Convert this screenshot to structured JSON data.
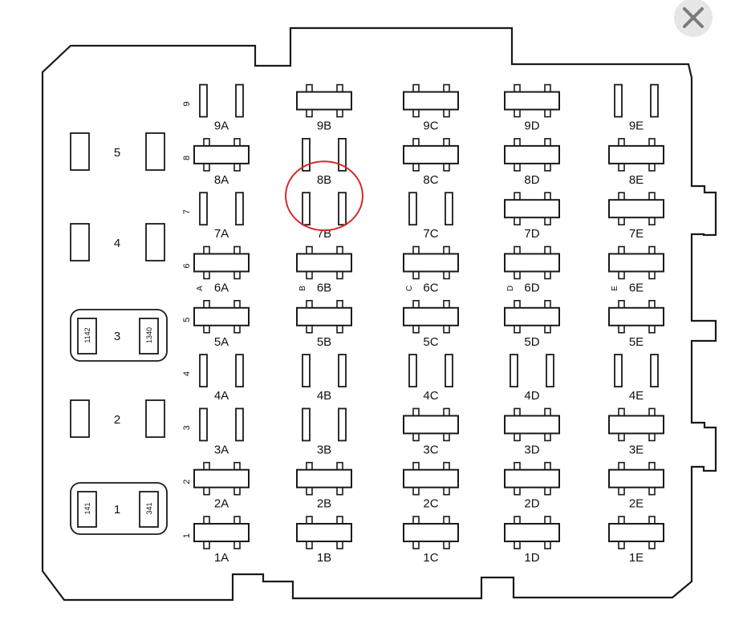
{
  "columns": [
    {
      "letter": "A",
      "slots": [
        {
          "label": "1A",
          "kind": "h"
        },
        {
          "label": "2A",
          "kind": "h"
        },
        {
          "label": "3A",
          "kind": "v"
        },
        {
          "label": "4A",
          "kind": "v"
        },
        {
          "label": "5A",
          "kind": "h"
        },
        {
          "label": "6A",
          "kind": "h"
        },
        {
          "label": "7A",
          "kind": "v"
        },
        {
          "label": "8A",
          "kind": "h"
        },
        {
          "label": "9A",
          "kind": "v"
        }
      ]
    },
    {
      "letter": "B",
      "slots": [
        {
          "label": "1B",
          "kind": "h"
        },
        {
          "label": "2B",
          "kind": "h"
        },
        {
          "label": "3B",
          "kind": "v"
        },
        {
          "label": "4B",
          "kind": "v"
        },
        {
          "label": "5B",
          "kind": "h"
        },
        {
          "label": "6B",
          "kind": "h"
        },
        {
          "label": "7B",
          "kind": "v"
        },
        {
          "label": "8B",
          "kind": "v"
        },
        {
          "label": "9B",
          "kind": "h"
        }
      ]
    },
    {
      "letter": "C",
      "slots": [
        {
          "label": "1C",
          "kind": "h"
        },
        {
          "label": "2C",
          "kind": "h"
        },
        {
          "label": "3C",
          "kind": "h"
        },
        {
          "label": "4C",
          "kind": "v"
        },
        {
          "label": "5C",
          "kind": "h"
        },
        {
          "label": "6C",
          "kind": "h"
        },
        {
          "label": "7C",
          "kind": "v"
        },
        {
          "label": "8C",
          "kind": "h"
        },
        {
          "label": "9C",
          "kind": "h"
        }
      ]
    },
    {
      "letter": "D",
      "slots": [
        {
          "label": "1D",
          "kind": "h"
        },
        {
          "label": "2D",
          "kind": "h"
        },
        {
          "label": "3D",
          "kind": "h"
        },
        {
          "label": "4D",
          "kind": "v"
        },
        {
          "label": "5D",
          "kind": "h"
        },
        {
          "label": "6D",
          "kind": "h"
        },
        {
          "label": "7D",
          "kind": "h"
        },
        {
          "label": "8D",
          "kind": "h"
        },
        {
          "label": "9D",
          "kind": "h"
        }
      ]
    },
    {
      "letter": "E",
      "slots": [
        {
          "label": "1E",
          "kind": "h"
        },
        {
          "label": "2E",
          "kind": "h"
        },
        {
          "label": "3E",
          "kind": "h"
        },
        {
          "label": "4E",
          "kind": "v"
        },
        {
          "label": "5E",
          "kind": "h"
        },
        {
          "label": "6E",
          "kind": "h"
        },
        {
          "label": "7E",
          "kind": "h"
        },
        {
          "label": "8E",
          "kind": "h"
        },
        {
          "label": "9E",
          "kind": "v"
        }
      ]
    }
  ],
  "row_numbers": [
    "1",
    "2",
    "3",
    "4",
    "5",
    "6",
    "7",
    "8",
    "9"
  ],
  "relays": [
    {
      "number": "5",
      "left_code": "",
      "right_code": "",
      "enclosed": false
    },
    {
      "number": "4",
      "left_code": "",
      "right_code": "",
      "enclosed": false
    },
    {
      "number": "3",
      "left_code": "1142",
      "right_code": "1340",
      "enclosed": true
    },
    {
      "number": "2",
      "left_code": "",
      "right_code": "",
      "enclosed": false
    },
    {
      "number": "1",
      "left_code": "141",
      "right_code": "341",
      "enclosed": true
    }
  ],
  "highlight": {
    "target": "7B",
    "color": "#d42a2a"
  },
  "close_icon": "close-icon"
}
